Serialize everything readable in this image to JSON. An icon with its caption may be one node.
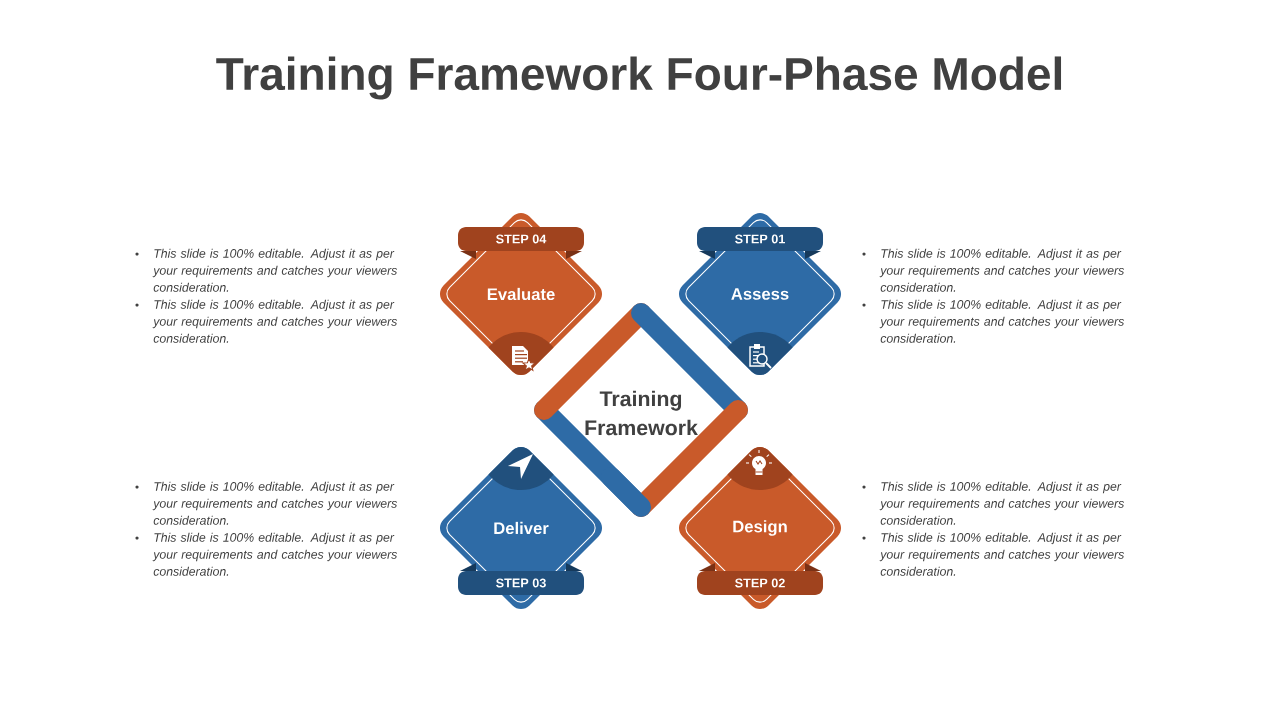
{
  "diagram": {
    "title": "Training Framework Four-Phase Model",
    "nodes": [
      {
        "text": [
          "STEP 04",
          "Evaluate"
        ]
      },
      {
        "text": [
          "STEP 01",
          "Assess"
        ]
      },
      {
        "text": [
          "Training Framework"
        ]
      },
      {
        "text": [
          "Deliver",
          "STEP 03"
        ]
      },
      {
        "text": [
          "Design",
          "STEP 02"
        ]
      }
    ],
    "labels": [
      "This slide is 100% editable. Adjust it as per your requirements and catches your viewers consideration.",
      "This slide is 100% editable. Adjust it as per your requirements and catches your viewers consideration.",
      "This slide is 100% editable. Adjust it as per your requirements and catches your viewers consideration.",
      "This slide is 100% editable. Adjust it as per your requirements and catches your viewers consideration.",
      "This slide is 100% editable. Adjust it as per your requirements and catches your viewers consideration.",
      "This slide is 100% editable. Adjust it as per your requirements and catches your viewers consideration.",
      "This slide is 100% editable. Adjust it as per your requirements and catches your viewers consideration.",
      "This slide is 100% editable. Adjust it as per your requirements and catches your viewers consideration."
    ]
  }
}
